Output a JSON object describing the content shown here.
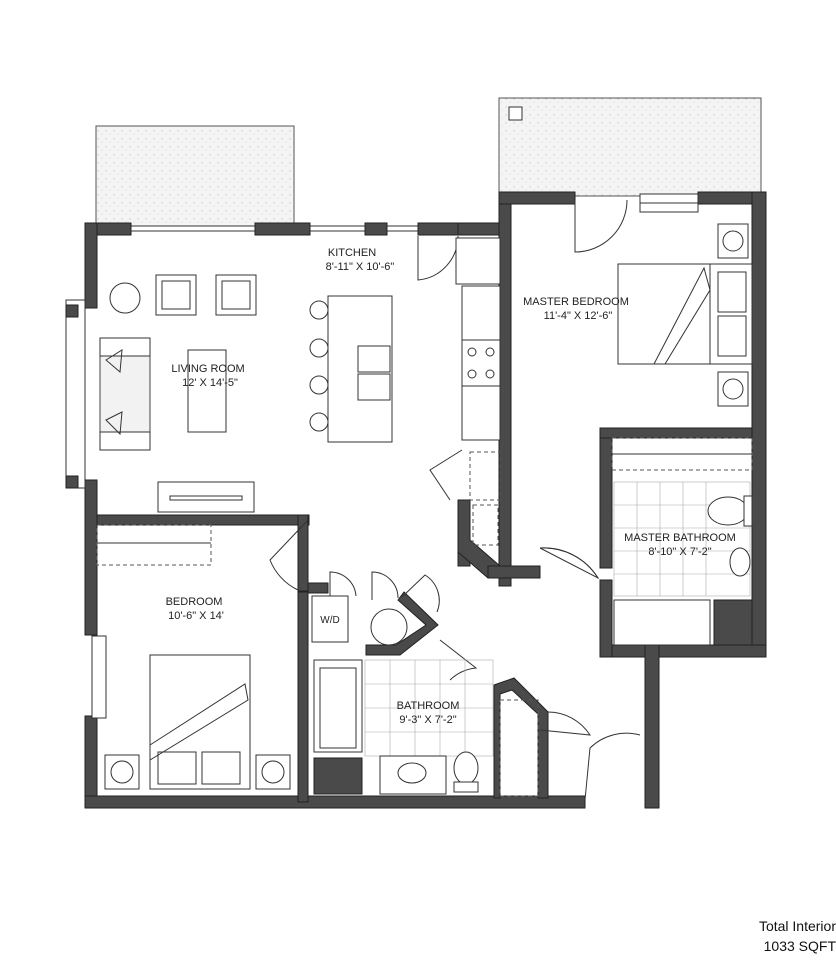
{
  "rooms": {
    "kitchen": {
      "name": "KITCHEN",
      "size": "8'-11\" X 10'-6\""
    },
    "living": {
      "name": "LIVING ROOM",
      "size": "12' X 14'-5\""
    },
    "master_bedroom": {
      "name": "MASTER BEDROOM",
      "size": "11'-4\" X 12'-6\""
    },
    "master_bathroom": {
      "name": "MASTER BATHROOM",
      "size": "8'-10\" X 7'-2\""
    },
    "bedroom": {
      "name": "BEDROOM",
      "size": "10'-6\" X 14'"
    },
    "bathroom": {
      "name": "BATHROOM",
      "size": "9'-3\" X 7'-2\""
    }
  },
  "washer_dryer_label": "W/D",
  "totals": {
    "label": "Total Interior",
    "value": "1033 SQFT"
  },
  "colors": {
    "wall": "#4a4a4a",
    "line": "#333333",
    "patio_fill": "#f3f3f3"
  }
}
